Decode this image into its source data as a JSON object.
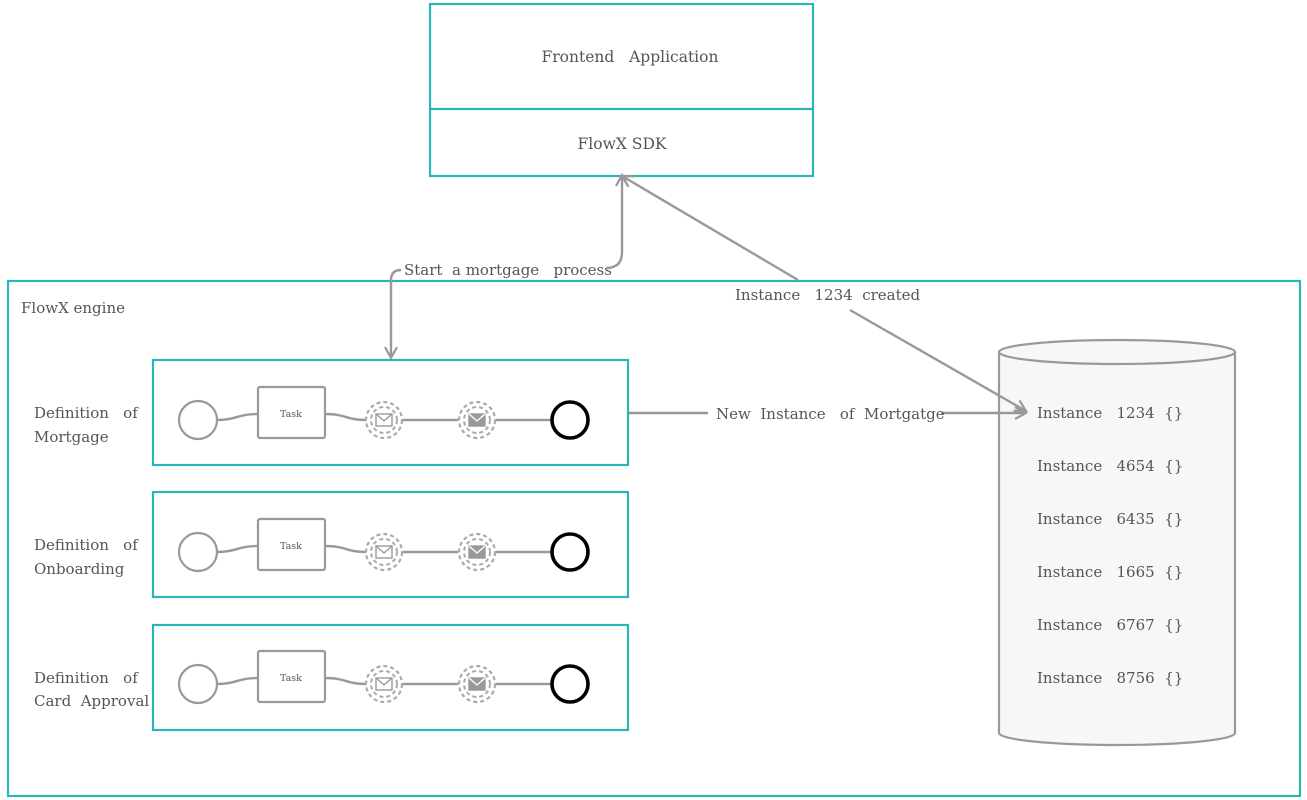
{
  "frontend": {
    "app_label": "Frontend   Application",
    "sdk_label": "FlowX SDK"
  },
  "engine": {
    "label": "FlowX engine"
  },
  "arrows": {
    "start_label": "Start  a mortgage   process",
    "created_label": "Instance   1234  created",
    "new_instance_label": "New  Instance   of  Mortgatge"
  },
  "definitions": [
    {
      "line1": "Definition   of",
      "line2": "Mortgage",
      "task_label": "Task"
    },
    {
      "line1": "Definition   of",
      "line2": "Onboarding",
      "task_label": "Task"
    },
    {
      "line1": "Definition   of",
      "line2": "Card  Approval",
      "task_label": "Task"
    }
  ],
  "instances": [
    {
      "label": "Instance   1234  {}"
    },
    {
      "label": "Instance   4654  {}"
    },
    {
      "label": "Instance   6435  {}"
    },
    {
      "label": "Instance   1665  {}"
    },
    {
      "label": "Instance   6767  {}"
    },
    {
      "label": "Instance   8756  {}"
    }
  ],
  "colors": {
    "box_border": "#2bb5b8",
    "connector": "#999999",
    "text": "#555555"
  },
  "icons": {
    "start_event": "circle-icon",
    "message_event": "envelope-icon",
    "end_event": "end-circle-icon"
  }
}
